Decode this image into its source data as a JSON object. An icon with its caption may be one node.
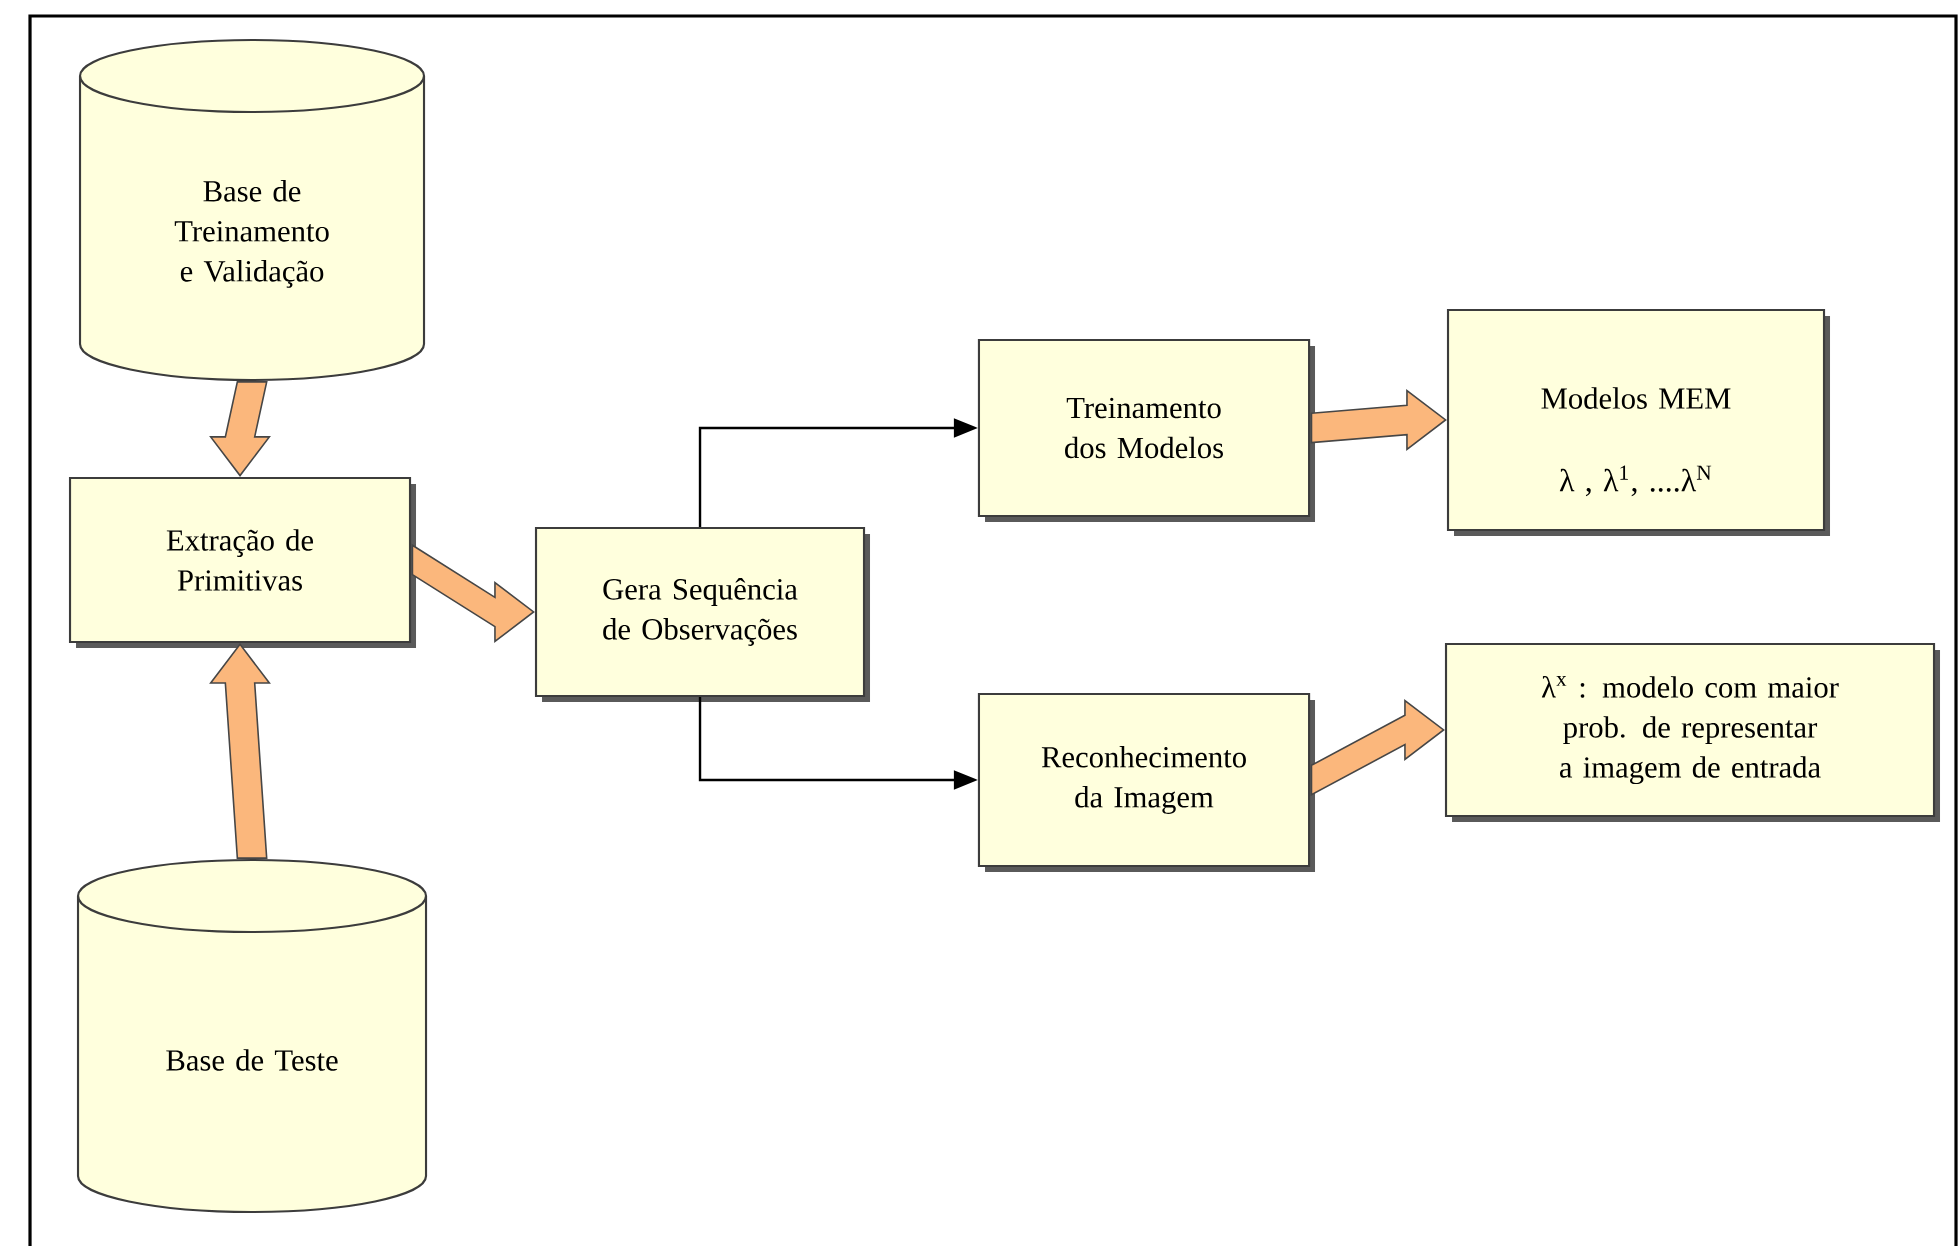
{
  "diagram": {
    "nodes": [
      {
        "text": [
          "Base de Treinamento e Validação"
        ]
      },
      {
        "text": [
          "Extração de Primitivas"
        ]
      },
      {
        "text": [
          "Base de Teste"
        ]
      },
      {
        "text": [
          "Gera Sequência de Observações"
        ]
      },
      {
        "text": [
          "Treinamento dos Modelos"
        ]
      },
      {
        "text": [
          "Modelos MEM",
          "λ , λ$^{1}$, ....λ$^{N}$"
        ]
      },
      {
        "text": [
          "Reconhecimento da Imagem"
        ]
      },
      {
        "text": [
          "λ$^{x}$ : modelo com maior prob. de representar a imagem de entrada"
        ]
      }
    ],
    "edges": [
      {
        "from": 0,
        "to": 1,
        "arrow": "to",
        "style": "thick"
      },
      {
        "from": 2,
        "to": 1,
        "arrow": "to",
        "style": "thick"
      },
      {
        "from": 1,
        "to": 3,
        "arrow": "to",
        "style": "thick"
      },
      {
        "from": 3,
        "to": 4,
        "arrow": "to",
        "color": "#000000"
      },
      {
        "from": 3,
        "to": 6,
        "arrow": "to",
        "color": "#000000"
      },
      {
        "from": 4,
        "to": 5,
        "arrow": "to",
        "style": "thick"
      },
      {
        "from": 6,
        "to": 7,
        "arrow": "to",
        "style": "thick"
      }
    ]
  }
}
